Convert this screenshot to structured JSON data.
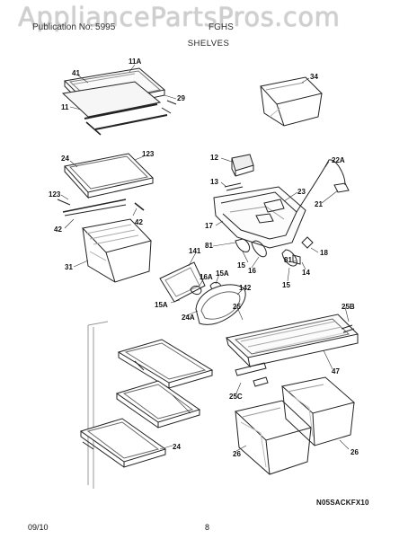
{
  "watermark": "AppliancePartsPros.com",
  "header": {
    "left": "Publication No: 5995",
    "right": "FGHS",
    "title": "SHELVES"
  },
  "callouts": [
    "41",
    "11A",
    "29",
    "11",
    "123",
    "24",
    "123",
    "42",
    "42",
    "31",
    "34",
    "12",
    "22A",
    "13",
    "23",
    "21",
    "17",
    "81",
    "15",
    "16",
    "14",
    "18",
    "15",
    "81",
    "141",
    "16A",
    "15A",
    "142",
    "15A",
    "24A",
    "25",
    "25B",
    "47",
    "25C",
    "24",
    "26",
    "26"
  ],
  "drawing_code": "N05SACKFX10",
  "footer": {
    "date": "09/10",
    "page": "8"
  }
}
